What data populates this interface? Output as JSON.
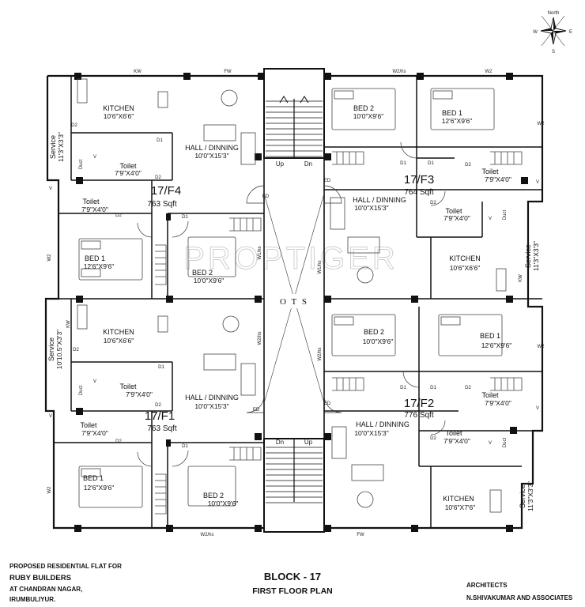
{
  "compass": {
    "north": "North",
    "south": "S",
    "east": "E",
    "west": "W"
  },
  "watermark": "PROPTIGER",
  "ots": "O T S",
  "stairs": {
    "top_up": "Up",
    "top_dn": "Dn",
    "bottom_dn": "Dn",
    "bottom_up": "Up"
  },
  "flats": {
    "f4": {
      "name": "17/F4",
      "area": "763 Sqft"
    },
    "f3": {
      "name": "17/F3",
      "area": "764 Sqft"
    },
    "f1": {
      "name": "17/F1",
      "area": "763 Sqft"
    },
    "f2": {
      "name": "17/F2",
      "area": "776 Sqft"
    }
  },
  "rooms": {
    "f4_kitchen": {
      "name": "KITCHEN",
      "dim": "10'6\"X6'6\""
    },
    "f4_service": {
      "name": "Service",
      "dim": "11'3\"X3'3\""
    },
    "f4_toilet_a": {
      "name": "Toilet",
      "dim": "7'9\"X4'0\""
    },
    "f4_toilet_b": {
      "name": "Toilet",
      "dim": "7'9\"X4'0\""
    },
    "f4_hall": {
      "name": "HALL / DINNING",
      "dim": "10'0\"X15'3\""
    },
    "f4_bed1": {
      "name": "BED 1",
      "dim": "12'6\"X9'6\""
    },
    "f4_bed2": {
      "name": "BED 2",
      "dim": "10'0\"X9'6\""
    },
    "f3_bed2": {
      "name": "BED 2",
      "dim": "10'0\"X9'6\""
    },
    "f3_bed1": {
      "name": "BED 1",
      "dim": "12'6\"X9'6\""
    },
    "f3_toilet_a": {
      "name": "Toilet",
      "dim": "7'9\"X4'0\""
    },
    "f3_hall": {
      "name": "HALL / DINNING",
      "dim": "10'0\"X15'3\""
    },
    "f3_toilet_b": {
      "name": "Toilet",
      "dim": "7'9\"X4'0\""
    },
    "f3_kitchen": {
      "name": "KITCHEN",
      "dim": "10'6\"X6'6\""
    },
    "f3_service": {
      "name": "Service",
      "dim": "11'3\"X3'3\""
    },
    "f1_kitchen": {
      "name": "KITCHEN",
      "dim": "10'6\"X6'6\""
    },
    "f1_service": {
      "name": "Service",
      "dim": "10'10.5\"X3'3\""
    },
    "f1_toilet_a": {
      "name": "Toilet",
      "dim": "7'9\"X4'0\""
    },
    "f1_hall": {
      "name": "HALL / DINNING",
      "dim": "10'0\"X15'3\""
    },
    "f1_toilet_b": {
      "name": "Toilet",
      "dim": "7'9\"X4'0\""
    },
    "f1_bed1": {
      "name": "BED 1",
      "dim": "12'6\"X9'6\""
    },
    "f1_bed2": {
      "name": "BED 2",
      "dim": "10'0\"X9'6\""
    },
    "f2_bed2": {
      "name": "BED 2",
      "dim": "10'0\"X9'6\""
    },
    "f2_bed1": {
      "name": "BED 1",
      "dim": "12'6\"X9'6\""
    },
    "f2_toilet_a": {
      "name": "Toilet",
      "dim": "7'9\"X4'0\""
    },
    "f2_hall": {
      "name": "HALL / DINNING",
      "dim": "10'0\"X15'3\""
    },
    "f2_toilet_b": {
      "name": "Toilet",
      "dim": "7'9\"X4'0\""
    },
    "f2_kitchen": {
      "name": "KITCHEN",
      "dim": "10'6\"X7'6\""
    },
    "f2_service": {
      "name": "Service",
      "dim": "11'3\"X3'3\""
    }
  },
  "openings": {
    "kw_top": "KW",
    "fw_top": "FW",
    "w2hs_top": "W2/hs",
    "w2_top": "W2",
    "w2_left_a": "W2",
    "w2_left_b": "W2",
    "w2_right_a": "W2",
    "w2_right_b": "W2",
    "kw_left": "KW",
    "kw_right": "KW",
    "w2hs_bottom": "W2/hs",
    "fw_bottom": "FW",
    "w2hs_c1": "W2/hs",
    "w1hs_c1": "W1/hs",
    "w1hs_c2": "W1/hs",
    "w2hs_c2": "W2/hs",
    "ed": "ED",
    "d1": "D1",
    "d2": "D2",
    "v": "V",
    "duct": "Duct"
  },
  "footer": {
    "left_line1": "PROPOSED RESIDENTIAL FLAT FOR",
    "left_line2": "RUBY BUILDERS",
    "left_line3": "AT CHANDRAN NAGAR,",
    "left_line4": "IRUMBULIYUR.",
    "center_line1": "BLOCK - 17",
    "center_line2": "FIRST FLOOR PLAN",
    "right_line1": "ARCHITECTS",
    "right_line2": "N.SHIVAKUMAR AND ASSOCIATES"
  }
}
